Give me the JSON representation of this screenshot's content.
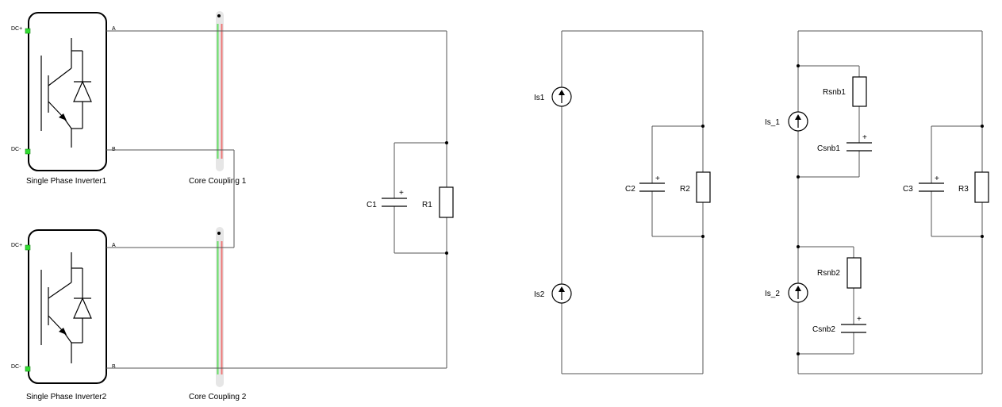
{
  "inverters": [
    {
      "name": "Single Phase Inverter1",
      "pin_dc_pos": "DC+",
      "pin_dc_neg": "DC-",
      "pin_a": "A",
      "pin_b": "B"
    },
    {
      "name": "Single Phase Inverter2",
      "pin_dc_pos": "DC+",
      "pin_dc_neg": "DC-",
      "pin_a": "A",
      "pin_b": "B"
    }
  ],
  "couplings": [
    {
      "name": "Core Coupling 1"
    },
    {
      "name": "Core Coupling 2"
    }
  ],
  "circuit1": {
    "capacitor": "C1",
    "resistor": "R1",
    "polarity": "+"
  },
  "circuit2": {
    "source_top": "Is1",
    "source_bottom": "Is2",
    "capacitor": "C2",
    "resistor": "R2",
    "polarity": "+"
  },
  "circuit3": {
    "source_top": "Is_1",
    "source_bottom": "Is_2",
    "snubber_r1": "Rsnb1",
    "snubber_c1": "Csnb1",
    "snubber_r2": "Rsnb2",
    "snubber_c2": "Csnb2",
    "capacitor": "C3",
    "resistor": "R3",
    "polarity": "+"
  },
  "colors": {
    "wire": "#555555",
    "coupling_green": "#66dd66",
    "coupling_red": "#ee7777",
    "port": "#33dd33"
  }
}
